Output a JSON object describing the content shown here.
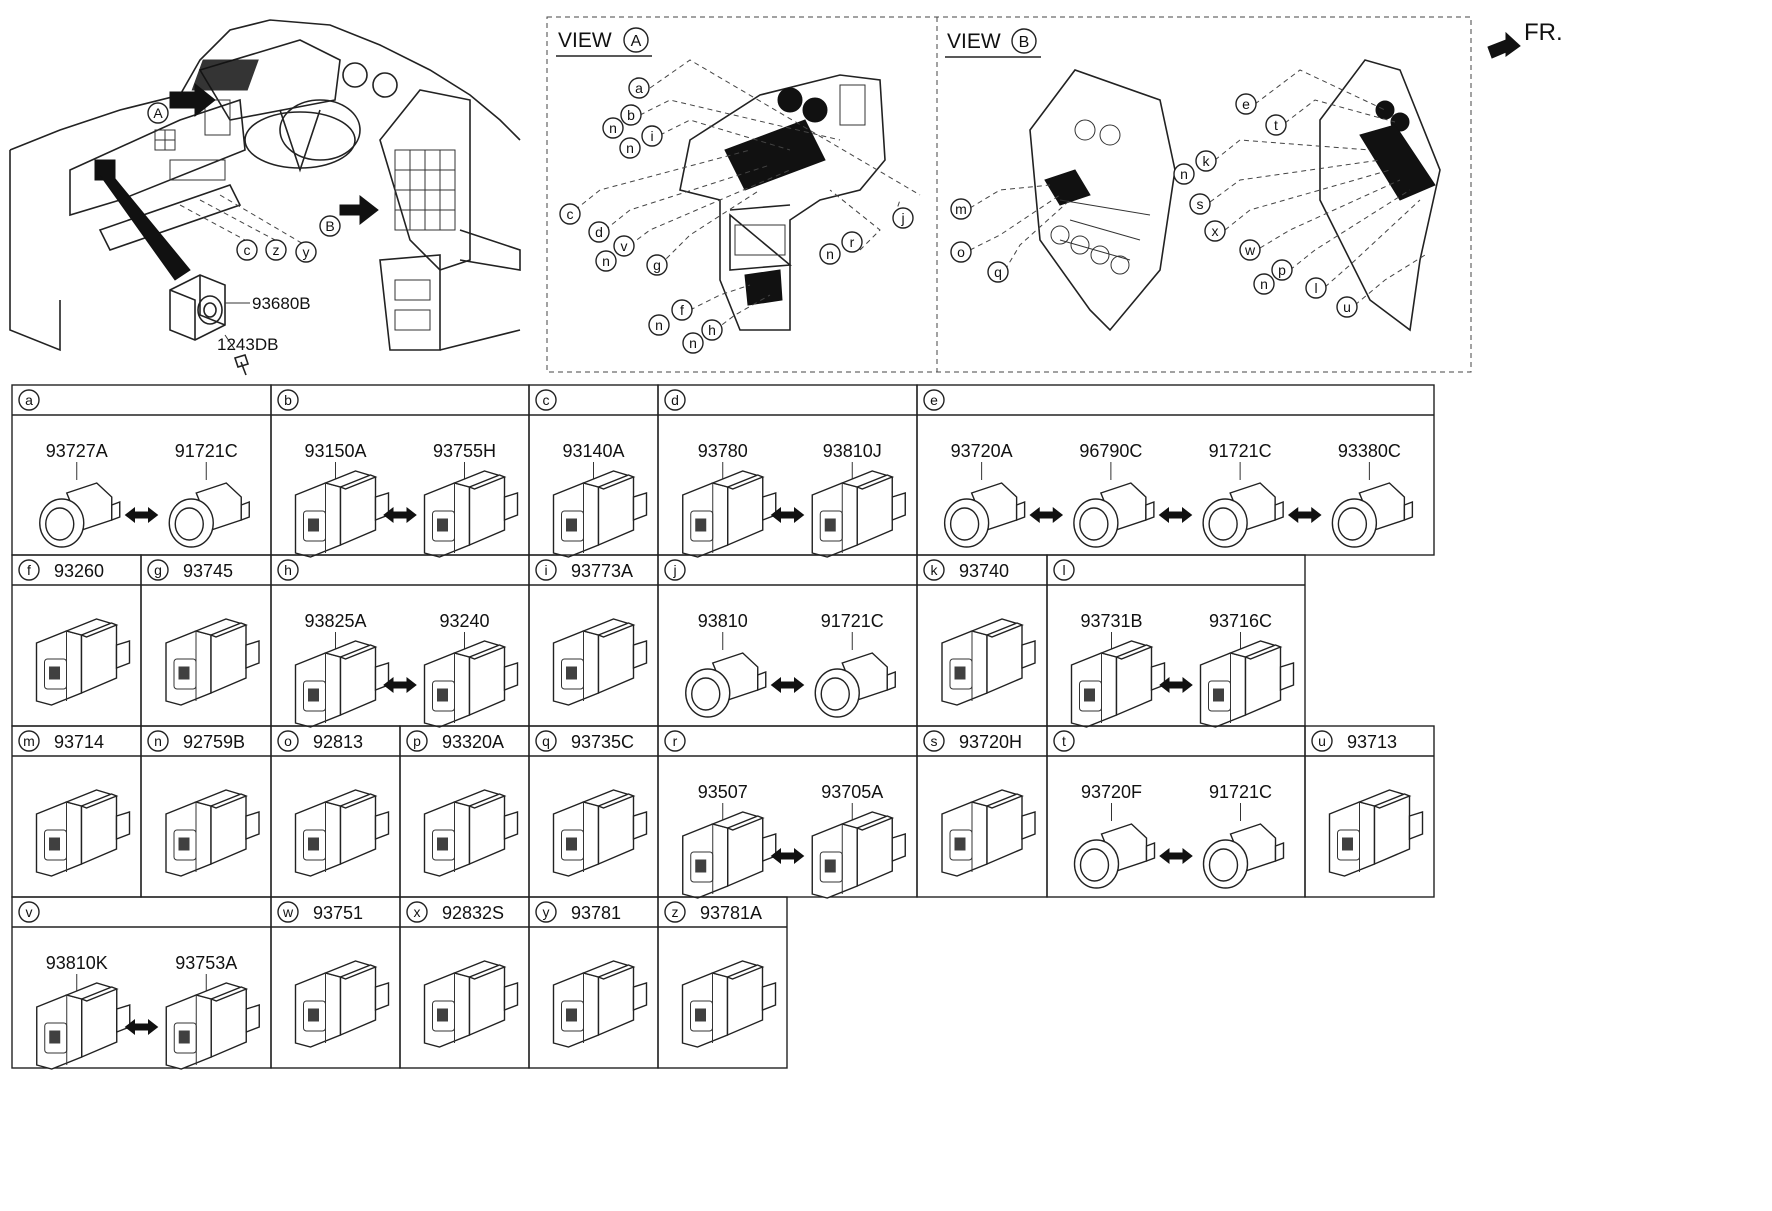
{
  "overview": {
    "part_label": "93680B",
    "bolt_label": "1243DB",
    "callout_a": "A",
    "callout_b": "B",
    "letters": [
      "c",
      "z",
      "y"
    ]
  },
  "view_a": {
    "title": "VIEW",
    "letter": "A",
    "callouts": [
      "a",
      "b",
      "n",
      "n",
      "i",
      "c",
      "d",
      "n",
      "v",
      "g",
      "n",
      "f",
      "n",
      "h",
      "n",
      "r",
      "j"
    ]
  },
  "view_b": {
    "title": "VIEW",
    "letter": "B",
    "callouts": [
      "m",
      "o",
      "q",
      "e",
      "t",
      "n",
      "k",
      "s",
      "x",
      "w",
      "n",
      "p",
      "l",
      "u"
    ]
  },
  "front_label": "FR.",
  "rows": [
    {
      "cells": [
        {
          "letter": "a",
          "parts": [
            "93727A",
            "91721C"
          ],
          "kind": "round"
        },
        {
          "letter": "b",
          "parts": [
            "93150A",
            "93755H"
          ],
          "kind": "rect"
        },
        {
          "letter": "c",
          "parts": [
            "93140A"
          ],
          "kind": "rect"
        },
        {
          "letter": "d",
          "parts": [
            "93780",
            "93810J"
          ],
          "kind": "rect"
        },
        {
          "letter": "e",
          "parts": [
            "93720A",
            "96790C",
            "91721C",
            "93380C"
          ],
          "kind": "round"
        }
      ]
    },
    {
      "cells": [
        {
          "letter": "f",
          "header_part": "93260",
          "kind": "rect"
        },
        {
          "letter": "g",
          "header_part": "93745",
          "kind": "rect"
        },
        {
          "letter": "h",
          "parts": [
            "93825A",
            "93240"
          ],
          "kind": "rect"
        },
        {
          "letter": "i",
          "header_part": "93773A",
          "kind": "rect"
        },
        {
          "letter": "j",
          "parts": [
            "93810",
            "91721C"
          ],
          "kind": "round"
        },
        {
          "letter": "k",
          "header_part": "93740",
          "kind": "rect"
        },
        {
          "letter": "l",
          "parts": [
            "93731B",
            "93716C"
          ],
          "kind": "rect"
        }
      ]
    },
    {
      "cells": [
        {
          "letter": "m",
          "header_part": "93714",
          "kind": "rect"
        },
        {
          "letter": "n",
          "header_part": "92759B",
          "kind": "rect"
        },
        {
          "letter": "o",
          "header_part": "92813",
          "kind": "rect"
        },
        {
          "letter": "p",
          "header_part": "93320A",
          "kind": "rect"
        },
        {
          "letter": "q",
          "header_part": "93735C",
          "kind": "rect"
        },
        {
          "letter": "r",
          "parts": [
            "93507",
            "93705A"
          ],
          "kind": "rect"
        },
        {
          "letter": "s",
          "header_part": "93720H",
          "kind": "rect"
        },
        {
          "letter": "t",
          "parts": [
            "93720F",
            "91721C"
          ],
          "kind": "round"
        },
        {
          "letter": "u",
          "header_part": "93713",
          "kind": "rect"
        }
      ]
    },
    {
      "cells": [
        {
          "letter": "v",
          "parts": [
            "93810K",
            "93753A"
          ],
          "kind": "rect"
        },
        {
          "letter": "w",
          "header_part": "93751",
          "kind": "rect"
        },
        {
          "letter": "x",
          "header_part": "92832S",
          "kind": "rect"
        },
        {
          "letter": "y",
          "header_part": "93781",
          "kind": "rect"
        },
        {
          "letter": "z",
          "header_part": "93781A",
          "kind": "rect"
        }
      ]
    }
  ]
}
